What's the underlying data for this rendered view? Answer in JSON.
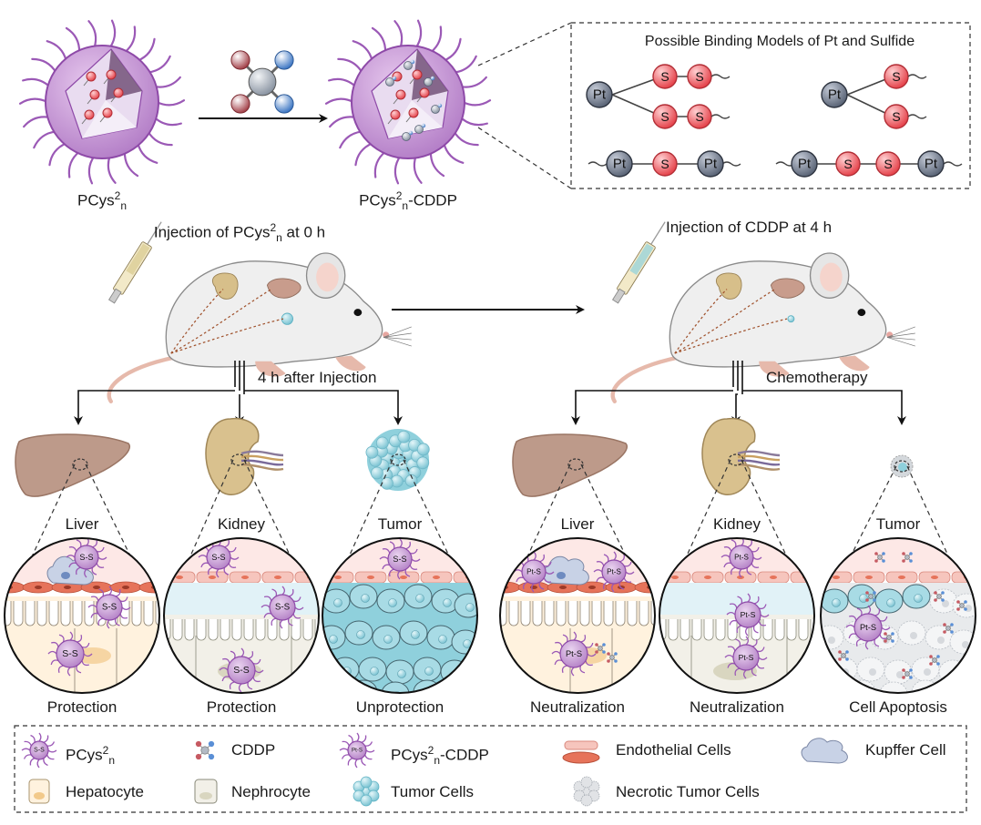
{
  "top": {
    "pcys_label": {
      "base": "PCys",
      "sup": "2",
      "sub": "n"
    },
    "pcys_cddp_label": {
      "base": "PCys",
      "sup": "2",
      "sub": "n",
      "suffix": "-CDDP"
    },
    "binding_title": "Possible Binding Models of Pt and Sulfide",
    "atom_pt": "Pt",
    "atom_s": "S"
  },
  "injection": {
    "left": {
      "pre": "Injection of PCys",
      "sup": "2",
      "sub": "n",
      "post": " at 0 h"
    },
    "right": "Injection of CDDP at 4 h",
    "after_left": "4 h after Injection",
    "after_right": "Chemotherapy"
  },
  "organs": [
    {
      "organ": "Liver",
      "outcome": "Protection",
      "particle": "S-S"
    },
    {
      "organ": "Kidney",
      "outcome": "Protection",
      "particle": "S-S"
    },
    {
      "organ": "Tumor",
      "outcome": "Unprotection",
      "particle": "S-S"
    },
    {
      "organ": "Liver",
      "outcome": "Neutralization",
      "particle": "Pt-S"
    },
    {
      "organ": "Kidney",
      "outcome": "Neutralization",
      "particle": "Pt-S"
    },
    {
      "organ": "Tumor",
      "outcome": "Cell Apoptosis",
      "particle": "Pt-S"
    }
  ],
  "legend": {
    "pcys": {
      "base": "PCys",
      "sup": "2",
      "sub": "n",
      "icon_text": "S-S"
    },
    "cddp": "CDDP",
    "pcys_cddp": {
      "base": "PCys",
      "sup": "2",
      "sub": "n",
      "suffix": "-CDDP",
      "icon_text": "Pt-S"
    },
    "endothelial": "Endothelial Cells",
    "kupffer": "Kupffer Cell",
    "hepatocyte": "Hepatocyte",
    "nephrocyte": "Nephrocyte",
    "tumor_cells": "Tumor Cells",
    "necrotic": "Necrotic Tumor Cells"
  },
  "colors": {
    "particle_fill": "#c9a2d6",
    "particle_ring": "#9b59b6",
    "sulfur": "#e8555a",
    "platinum": "#6f7a8c",
    "tumor_cyan": "#8fd0dc",
    "endothelial_red": "#e6735a",
    "liver_brown": "#b48e7e",
    "kidney_tan": "#cdb683"
  }
}
